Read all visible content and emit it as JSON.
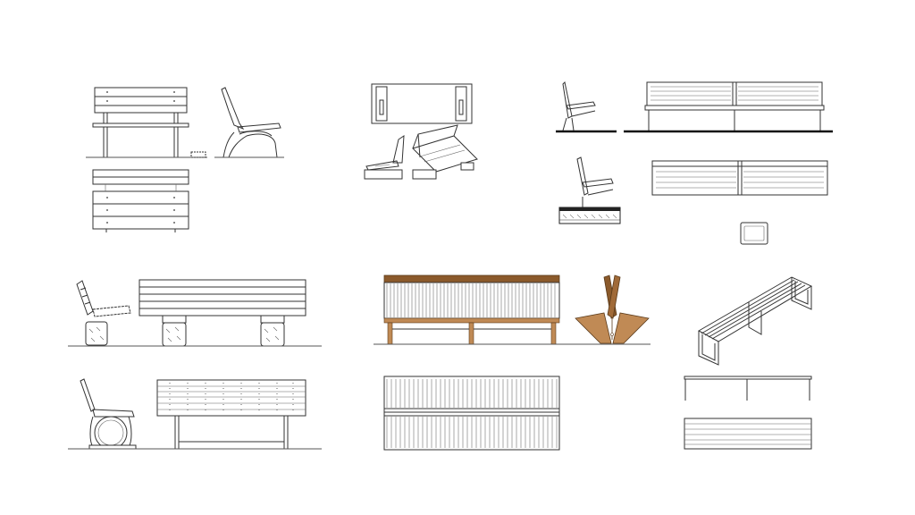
{
  "sheet": {
    "background": "#ffffff",
    "line_color": "#333333",
    "wood_color": "#8b5a2b",
    "wood_light": "#c08a55",
    "groups": [
      "slatted-bench-cast-iron-arms",
      "block-base-lounge-bench",
      "metal-frame-double-bench",
      "concrete-pedestal-bench",
      "wooden-back-to-back-bench",
      "flat-bar-backless-bench",
      "cast-iron-side-bench"
    ]
  }
}
